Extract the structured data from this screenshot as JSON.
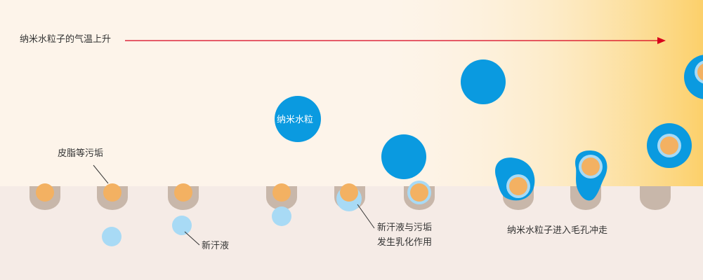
{
  "labels": {
    "temperature_rise": "纳米水粒子的气温上升",
    "sebum": "皮脂等污垢",
    "new_sweat": "新汗液",
    "emulsify_line1": "新汗液与污垢",
    "emulsify_line2": "发生乳化作用",
    "flush": "纳米水粒子进入毛孔冲走",
    "nano_particle": "纳米水粒"
  },
  "colors": {
    "background": "#fdf4ea",
    "skin": "#f5ebe6",
    "pore": "#c8b7aa",
    "sebum": "#f3b162",
    "nano_water": "#0a9ae0",
    "sweat": "#a8daf5",
    "arrow": "#d7001c",
    "heat": "#fcd06a"
  }
}
